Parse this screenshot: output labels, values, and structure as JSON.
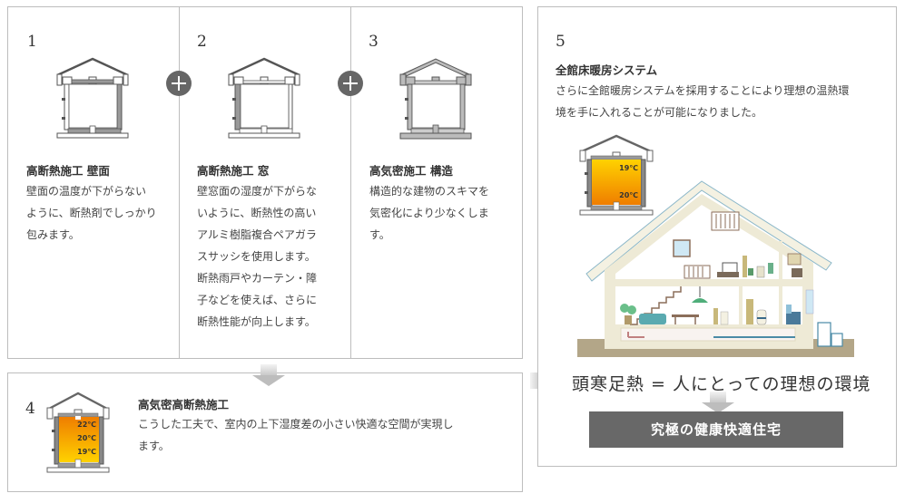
{
  "steps": [
    {
      "number": "1",
      "title": "高断熱施工 壁面",
      "lines": [
        "壁面の温度が下がらない",
        "ように、断熱剤でしっかり",
        "包みます。"
      ]
    },
    {
      "number": "2",
      "title": "高断熱施工 窓",
      "lines": [
        "壁窓面の湿度が下がらな",
        "いように、断熱性の高い",
        "アルミ樹脂複合ペアガラ",
        "スサッシを使用します。",
        "断熱雨戸やカーテン・障",
        "子などを使えば、さらに",
        "断熱性能が向上します。"
      ]
    },
    {
      "number": "3",
      "title": "高気密施工 構造",
      "lines": [
        "構造的な建物のスキマを",
        "気密化により少なくしま",
        "す。"
      ]
    },
    {
      "number": "4",
      "title": "高気密高断熱施工",
      "lines": [
        "こうした工夫で、室内の上下湿度差の小さい快適な空間が実現し",
        "ます。"
      ],
      "temps": [
        "22℃",
        "20℃",
        "19℃"
      ]
    },
    {
      "number": "5",
      "title": "全館床暖房システム",
      "lines": [
        "さらに全館暖房システムを採用することにより理想の温熱環",
        "境を手に入れることが可能になりました。"
      ],
      "temps": [
        "19℃",
        "20℃"
      ]
    }
  ],
  "formula": "頭寒足熱 = 人にとっての理想の環境",
  "result_banner": "究極の健康快適住宅",
  "colors": {
    "border": "#bdbdbd",
    "plus_circle": "#666666",
    "banner_bg": "#686868",
    "heat_top": "#f08a00",
    "heat_bottom": "#ffd000",
    "ground": "#b3a688",
    "house_wall": "#eeead6"
  },
  "icons": [
    "plus-icon",
    "arrow-down-icon",
    "arrow-right-icon",
    "house-section-icon",
    "house-cutaway-illustration"
  ]
}
